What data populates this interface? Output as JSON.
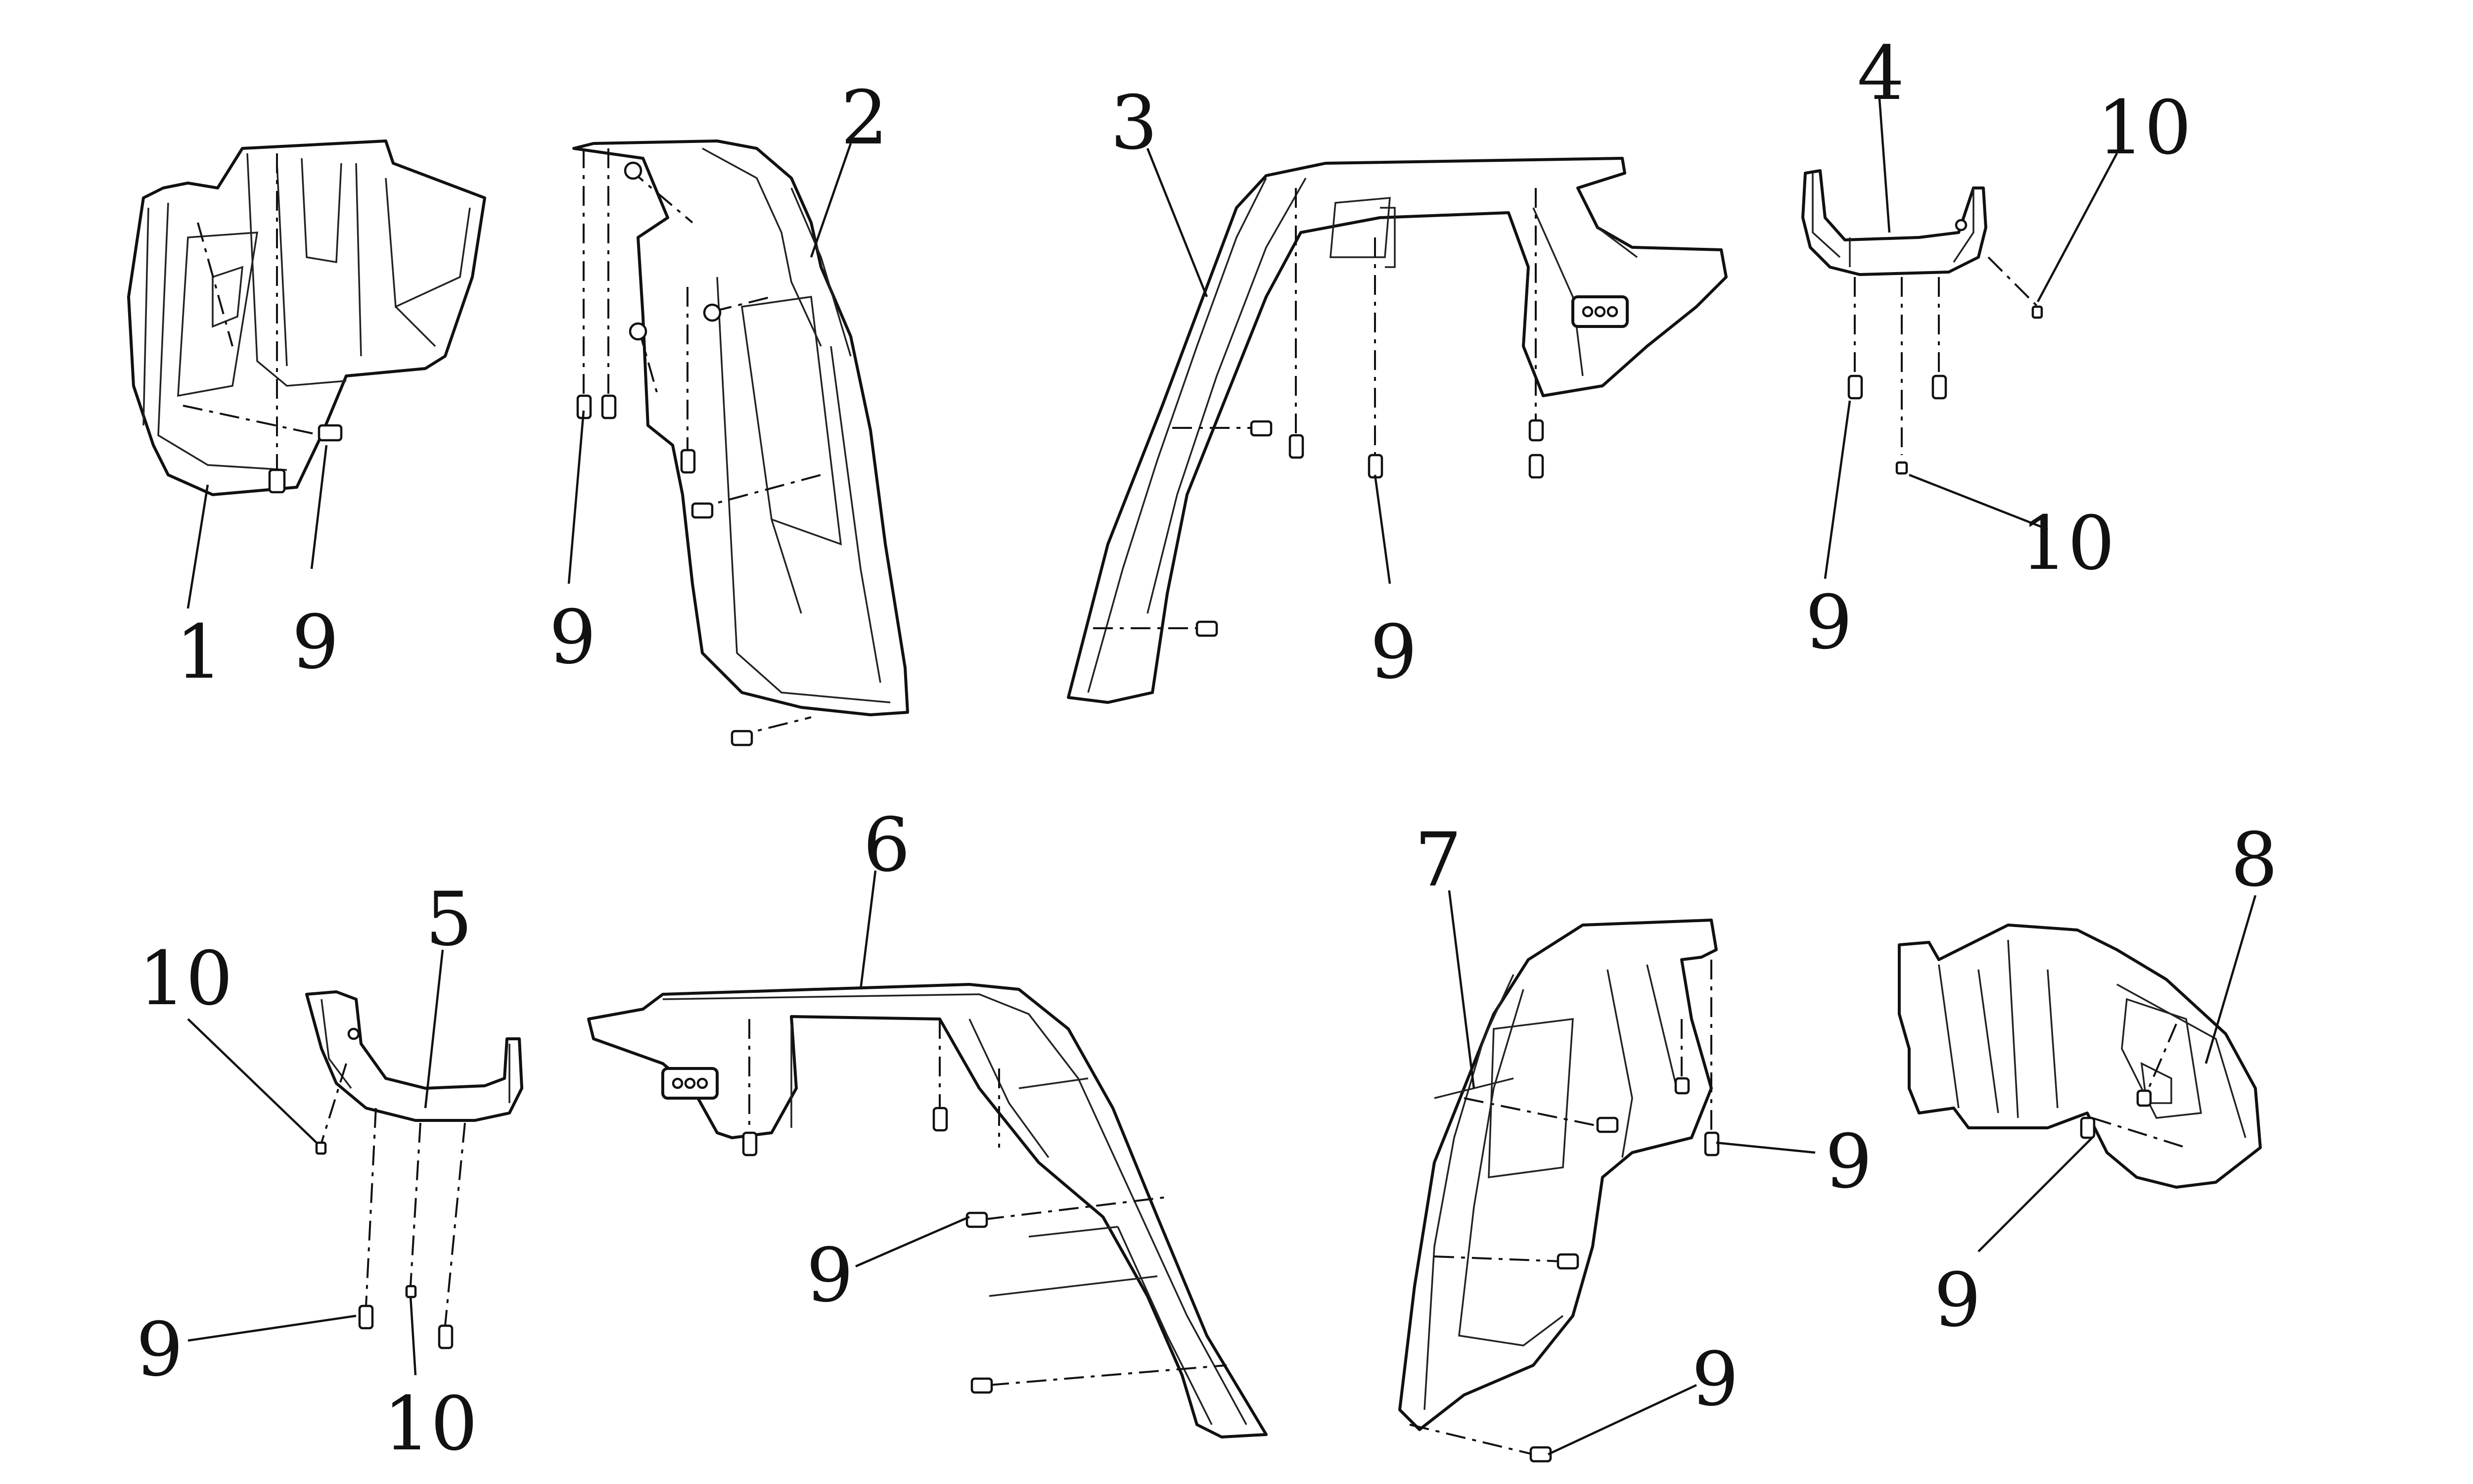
{
  "diagram": {
    "callouts": [
      {
        "id": "c1",
        "label": "1"
      },
      {
        "id": "c9a",
        "label": "9"
      },
      {
        "id": "c2",
        "label": "2"
      },
      {
        "id": "c9b",
        "label": "9"
      },
      {
        "id": "c3",
        "label": "3"
      },
      {
        "id": "c9c",
        "label": "9"
      },
      {
        "id": "c4",
        "label": "4"
      },
      {
        "id": "c10a",
        "label": "10"
      },
      {
        "id": "c10b",
        "label": "10"
      },
      {
        "id": "c9d",
        "label": "9"
      },
      {
        "id": "c10c",
        "label": "10"
      },
      {
        "id": "c5",
        "label": "5"
      },
      {
        "id": "c9e",
        "label": "9"
      },
      {
        "id": "c10d",
        "label": "10"
      },
      {
        "id": "c6",
        "label": "6"
      },
      {
        "id": "c9f",
        "label": "9"
      },
      {
        "id": "c7",
        "label": "7"
      },
      {
        "id": "c9g",
        "label": "9"
      },
      {
        "id": "c9h",
        "label": "9"
      },
      {
        "id": "c8",
        "label": "8"
      },
      {
        "id": "c9i",
        "label": "9"
      }
    ]
  }
}
